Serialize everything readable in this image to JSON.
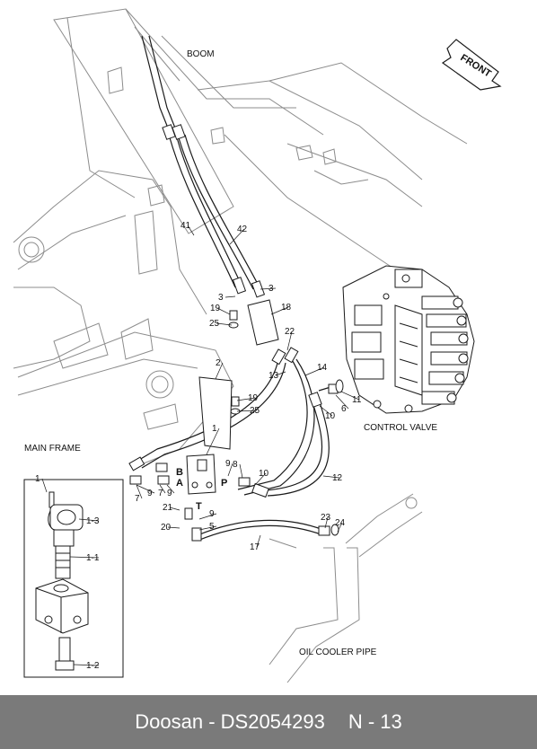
{
  "footer": {
    "brand": "Doosan",
    "separator": "-",
    "part_number": "DS2054293",
    "page": "N - 13"
  },
  "captions": {
    "boom": "BOOM",
    "front": "FRONT",
    "control_valve": "CONTROL VALVE",
    "main_frame": "MAIN FRAME",
    "oil_cooler_pipe": "OIL COOLER PIPE"
  },
  "port_letters": {
    "b": "B",
    "a": "A",
    "p": "P",
    "t": "T"
  },
  "callouts": [
    "41",
    "42",
    "3",
    "3",
    "19",
    "18",
    "25",
    "22",
    "13",
    "14",
    "2",
    "11",
    "19",
    "10",
    "25",
    "6",
    "1",
    "9",
    "8",
    "10",
    "12",
    "7",
    "9",
    "7",
    "9",
    "21",
    "9",
    "20",
    "5",
    "23",
    "24",
    "17",
    "1",
    "1-3",
    "1-1",
    "1-2"
  ],
  "colors": {
    "footer_bg": "#7a7a7a",
    "footer_text": "#ffffff",
    "line": "#1a1a1a",
    "outline_gray": "#8c8c8c"
  }
}
